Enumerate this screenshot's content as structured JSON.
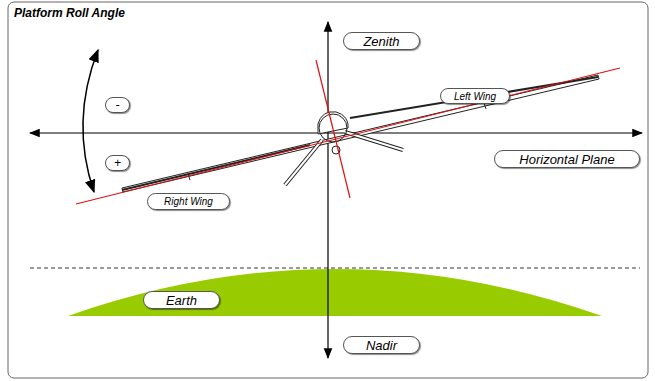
{
  "diagram": {
    "title": "Platform Roll Angle",
    "nodes": [
      {
        "text": [
          "Zenith"
        ]
      },
      {
        "text": [
          "Left Wing"
        ]
      },
      {
        "text": [
          "-"
        ]
      },
      {
        "text": [
          "Horizontal Plane"
        ]
      },
      {
        "text": [
          "+"
        ]
      },
      {
        "text": [
          "Right Wing"
        ]
      },
      {
        "text": [
          "Earth"
        ]
      },
      {
        "text": [
          "Nadir"
        ]
      }
    ]
  }
}
